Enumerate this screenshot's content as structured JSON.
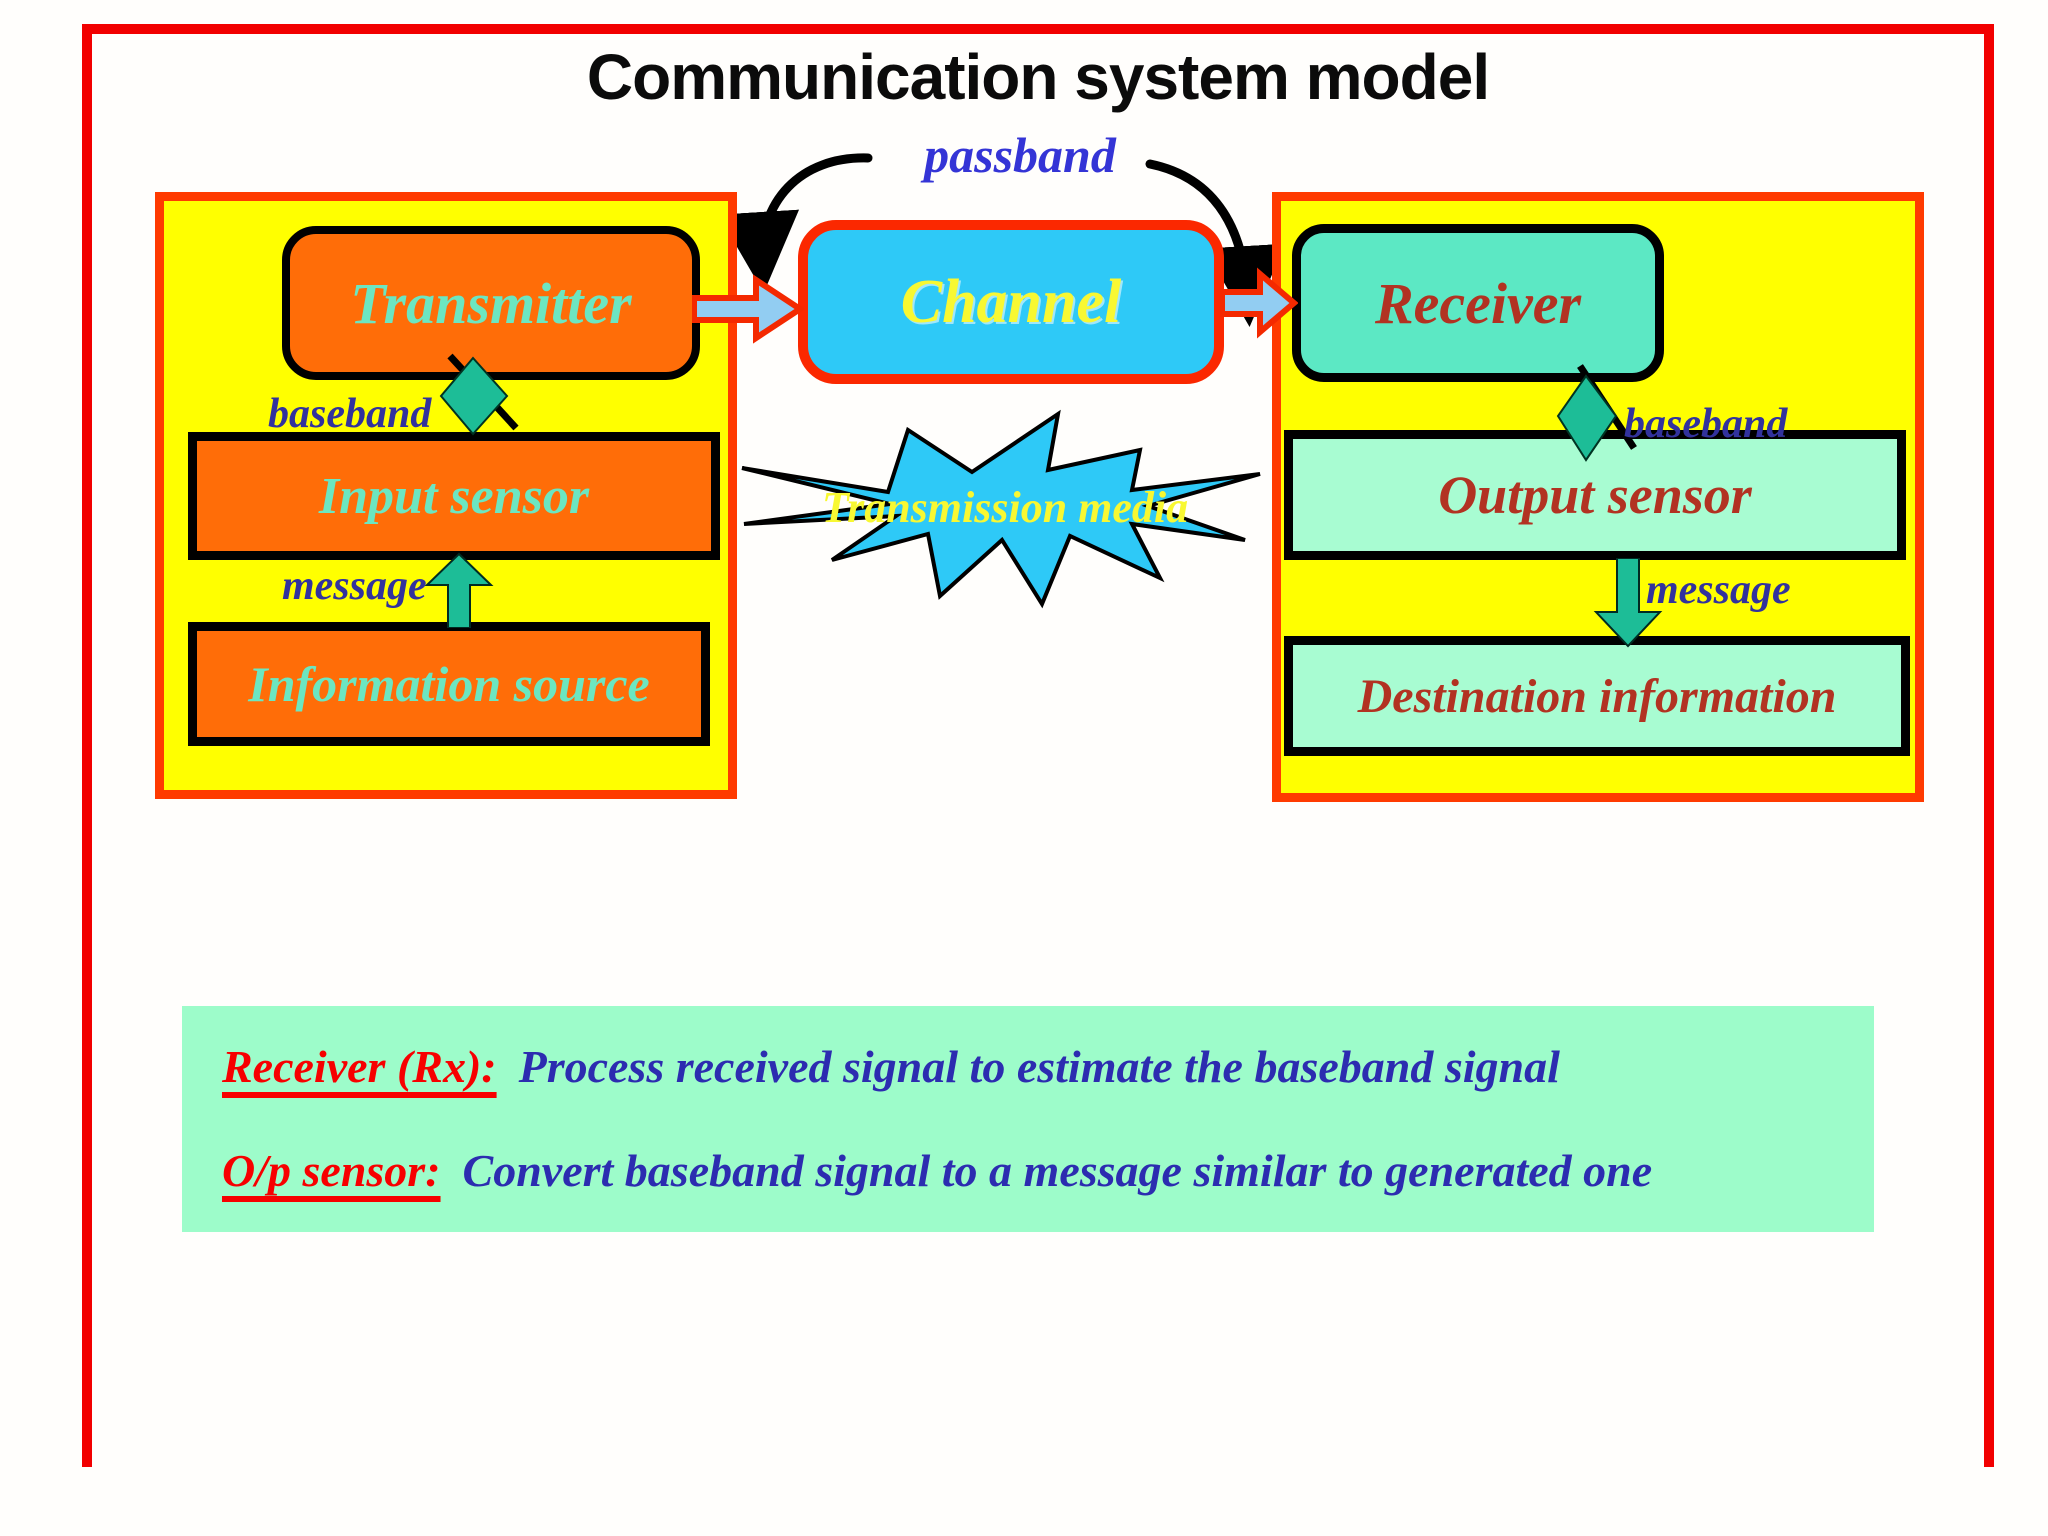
{
  "slide": {
    "title": "Communication system model"
  },
  "diagram": {
    "blocks": {
      "transmitter": "Transmitter",
      "channel": "Channel",
      "receiver": "Receiver",
      "input_sensor": "Input sensor",
      "output_sensor": "Output sensor",
      "information_source": "Information source",
      "destination_information": "Destination information"
    },
    "labels": {
      "passband": "passband",
      "baseband_left": "baseband",
      "baseband_right": "baseband",
      "message_left": "message",
      "message_right": "message",
      "transmission_media": "Transmission media"
    }
  },
  "notes": [
    {
      "term": "Receiver (Rx):",
      "definition": "Process received signal to estimate the baseband signal"
    },
    {
      "term": "O/p sensor:",
      "definition": "Convert baseband signal to a message similar to generated one"
    }
  ],
  "colors": {
    "outer_border": "#f20000",
    "panel_border": "#ff3a00",
    "panel_fill": "#ffff00",
    "orange_box_fill": "#ff6d08",
    "channel_fill": "#2ec9f7",
    "channel_border": "#fb2800",
    "receiver_fill": "#5ce8c4",
    "mint_box_fill": "#a8fcd2",
    "notes_fill": "#9dfcca",
    "teal_arrow": "#1dbd97",
    "block_arrow_fill": "#92cdf2",
    "block_arrow_border": "#f42900",
    "aqua_text": "#6ce6c1",
    "dark_red_text": "#b23222",
    "yellow_text": "#f8f832",
    "navy_label": "#32329d",
    "passband_blue": "#3434d6",
    "note_red": "#f70000",
    "note_blue": "#2c2cb0",
    "title_black": "#0b0b0b"
  }
}
